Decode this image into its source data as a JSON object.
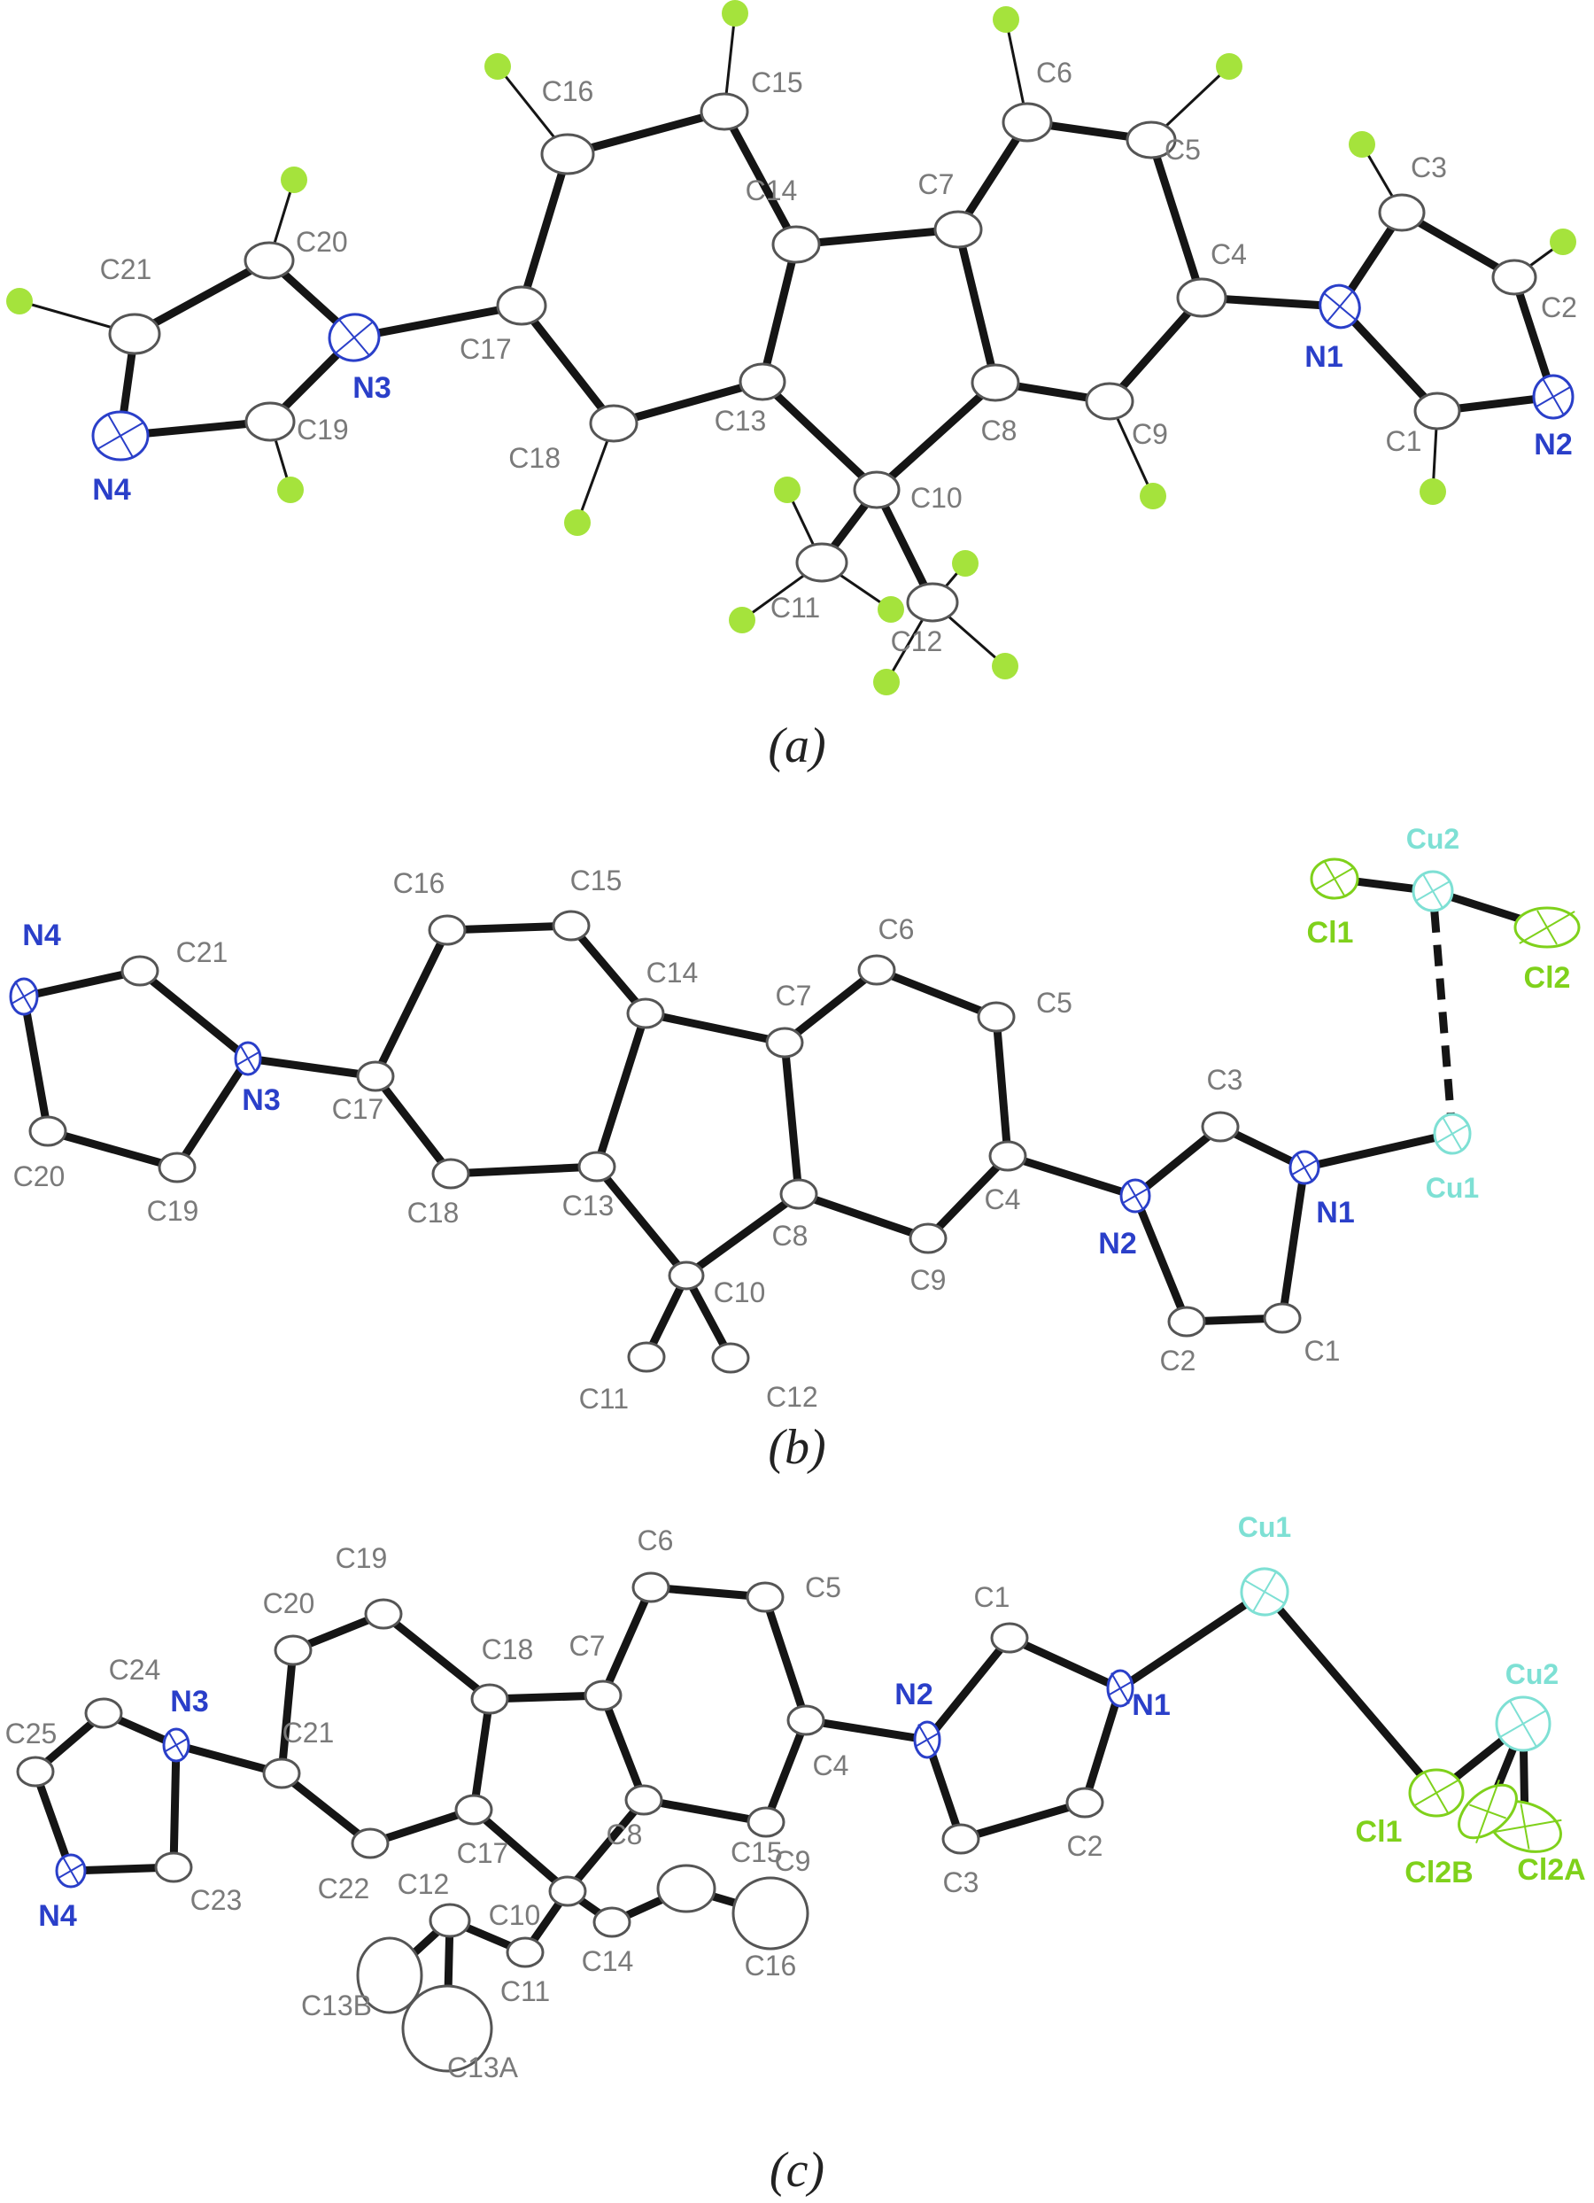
{
  "colors": {
    "bond": "#151515",
    "carbon_fill": "#ffffff",
    "carbon_stroke": "#555555",
    "carbon_label": "#7a7a7a",
    "nitrogen": "#2a3fc9",
    "hydrogen": "#a5e33c",
    "chlorine": "#7fd11b",
    "copper": "#7ee0d4",
    "caption": "#222222"
  },
  "panels": [
    {
      "id": "a",
      "caption": "(a)",
      "atoms": [
        {
          "id": "C1",
          "label": "C1",
          "el": "C"
        },
        {
          "id": "C2",
          "label": "C2",
          "el": "C"
        },
        {
          "id": "C3",
          "label": "C3",
          "el": "C"
        },
        {
          "id": "C4",
          "label": "C4",
          "el": "C"
        },
        {
          "id": "C5",
          "label": "C5",
          "el": "C"
        },
        {
          "id": "C6",
          "label": "C6",
          "el": "C"
        },
        {
          "id": "C7",
          "label": "C7",
          "el": "C"
        },
        {
          "id": "C8",
          "label": "C8",
          "el": "C"
        },
        {
          "id": "C9",
          "label": "C9",
          "el": "C"
        },
        {
          "id": "C10",
          "label": "C10",
          "el": "C"
        },
        {
          "id": "C11",
          "label": "C11",
          "el": "C"
        },
        {
          "id": "C12",
          "label": "C12",
          "el": "C"
        },
        {
          "id": "C13",
          "label": "C13",
          "el": "C"
        },
        {
          "id": "C14",
          "label": "C14",
          "el": "C"
        },
        {
          "id": "C15",
          "label": "C15",
          "el": "C"
        },
        {
          "id": "C16",
          "label": "C16",
          "el": "C"
        },
        {
          "id": "C17",
          "label": "C17",
          "el": "C"
        },
        {
          "id": "C18",
          "label": "C18",
          "el": "C"
        },
        {
          "id": "C19",
          "label": "C19",
          "el": "C"
        },
        {
          "id": "C20",
          "label": "C20",
          "el": "C"
        },
        {
          "id": "C21",
          "label": "C21",
          "el": "C"
        },
        {
          "id": "N1",
          "label": "N1",
          "el": "N"
        },
        {
          "id": "N2",
          "label": "N2",
          "el": "N"
        },
        {
          "id": "N3",
          "label": "N3",
          "el": "N"
        },
        {
          "id": "N4",
          "label": "N4",
          "el": "N"
        },
        {
          "id": "H1",
          "label": "",
          "el": "H"
        },
        {
          "id": "H2",
          "label": "",
          "el": "H"
        },
        {
          "id": "H3",
          "label": "",
          "el": "H"
        },
        {
          "id": "H5",
          "label": "",
          "el": "H"
        },
        {
          "id": "H6",
          "label": "",
          "el": "H"
        },
        {
          "id": "H9",
          "label": "",
          "el": "H"
        },
        {
          "id": "H15",
          "label": "",
          "el": "H"
        },
        {
          "id": "H16",
          "label": "",
          "el": "H"
        },
        {
          "id": "H18",
          "label": "",
          "el": "H"
        },
        {
          "id": "H19",
          "label": "",
          "el": "H"
        },
        {
          "id": "H20",
          "label": "",
          "el": "H"
        },
        {
          "id": "H21",
          "label": "",
          "el": "H"
        },
        {
          "id": "H11A",
          "label": "",
          "el": "H"
        },
        {
          "id": "H11B",
          "label": "",
          "el": "H"
        },
        {
          "id": "H11C",
          "label": "",
          "el": "H"
        },
        {
          "id": "H12A",
          "label": "",
          "el": "H"
        },
        {
          "id": "H12B",
          "label": "",
          "el": "H"
        },
        {
          "id": "H12C",
          "label": "",
          "el": "H"
        }
      ],
      "bonds": [
        [
          "C1",
          "N1"
        ],
        [
          "C1",
          "N2"
        ],
        [
          "N2",
          "C2"
        ],
        [
          "C2",
          "C3"
        ],
        [
          "C3",
          "N1"
        ],
        [
          "N1",
          "C4"
        ],
        [
          "C4",
          "C5"
        ],
        [
          "C5",
          "C6"
        ],
        [
          "C6",
          "C7"
        ],
        [
          "C7",
          "C8"
        ],
        [
          "C8",
          "C9"
        ],
        [
          "C9",
          "C4"
        ],
        [
          "C7",
          "C14"
        ],
        [
          "C8",
          "C10"
        ],
        [
          "C10",
          "C13"
        ],
        [
          "C13",
          "C14"
        ],
        [
          "C14",
          "C15"
        ],
        [
          "C15",
          "C16"
        ],
        [
          "C16",
          "C17"
        ],
        [
          "C17",
          "C18"
        ],
        [
          "C18",
          "C13"
        ],
        [
          "C10",
          "C11"
        ],
        [
          "C10",
          "C12"
        ],
        [
          "C17",
          "N3"
        ],
        [
          "N3",
          "C19"
        ],
        [
          "C19",
          "N4"
        ],
        [
          "N4",
          "C21"
        ],
        [
          "C21",
          "C20"
        ],
        [
          "C20",
          "N3"
        ],
        [
          "C1",
          "H1"
        ],
        [
          "C2",
          "H2"
        ],
        [
          "C3",
          "H3"
        ],
        [
          "C5",
          "H5"
        ],
        [
          "C6",
          "H6"
        ],
        [
          "C9",
          "H9"
        ],
        [
          "C15",
          "H15"
        ],
        [
          "C16",
          "H16"
        ],
        [
          "C18",
          "H18"
        ],
        [
          "C19",
          "H19"
        ],
        [
          "C20",
          "H20"
        ],
        [
          "C21",
          "H21"
        ],
        [
          "C11",
          "H11A"
        ],
        [
          "C11",
          "H11B"
        ],
        [
          "C11",
          "H11C"
        ],
        [
          "C12",
          "H12A"
        ],
        [
          "C12",
          "H12B"
        ],
        [
          "C12",
          "H12C"
        ]
      ],
      "dashed_bonds": []
    },
    {
      "id": "b",
      "caption": "(b)",
      "atoms": [
        {
          "id": "C1",
          "label": "C1",
          "el": "C"
        },
        {
          "id": "C2",
          "label": "C2",
          "el": "C"
        },
        {
          "id": "C3",
          "label": "C3",
          "el": "C"
        },
        {
          "id": "C4",
          "label": "C4",
          "el": "C"
        },
        {
          "id": "C5",
          "label": "C5",
          "el": "C"
        },
        {
          "id": "C6",
          "label": "C6",
          "el": "C"
        },
        {
          "id": "C7",
          "label": "C7",
          "el": "C"
        },
        {
          "id": "C8",
          "label": "C8",
          "el": "C"
        },
        {
          "id": "C9",
          "label": "C9",
          "el": "C"
        },
        {
          "id": "C10",
          "label": "C10",
          "el": "C"
        },
        {
          "id": "C11",
          "label": "C11",
          "el": "C"
        },
        {
          "id": "C12",
          "label": "C12",
          "el": "C"
        },
        {
          "id": "C13",
          "label": "C13",
          "el": "C"
        },
        {
          "id": "C14",
          "label": "C14",
          "el": "C"
        },
        {
          "id": "C15",
          "label": "C15",
          "el": "C"
        },
        {
          "id": "C16",
          "label": "C16",
          "el": "C"
        },
        {
          "id": "C17",
          "label": "C17",
          "el": "C"
        },
        {
          "id": "C18",
          "label": "C18",
          "el": "C"
        },
        {
          "id": "C19",
          "label": "C19",
          "el": "C"
        },
        {
          "id": "C20",
          "label": "C20",
          "el": "C"
        },
        {
          "id": "C21",
          "label": "C21",
          "el": "C"
        },
        {
          "id": "N1",
          "label": "N1",
          "el": "N"
        },
        {
          "id": "N2",
          "label": "N2",
          "el": "N"
        },
        {
          "id": "N3",
          "label": "N3",
          "el": "N"
        },
        {
          "id": "N4",
          "label": "N4",
          "el": "N"
        },
        {
          "id": "Cu1",
          "label": "Cu1",
          "el": "Cu"
        },
        {
          "id": "Cu2",
          "label": "Cu2",
          "el": "Cu"
        },
        {
          "id": "Cl1",
          "label": "Cl1",
          "el": "Cl"
        },
        {
          "id": "Cl2",
          "label": "Cl2",
          "el": "Cl"
        }
      ],
      "bonds": [
        [
          "N1",
          "C1"
        ],
        [
          "C1",
          "C2"
        ],
        [
          "C2",
          "N2"
        ],
        [
          "N2",
          "C3"
        ],
        [
          "C3",
          "N1"
        ],
        [
          "N2",
          "C4"
        ],
        [
          "C4",
          "C5"
        ],
        [
          "C5",
          "C6"
        ],
        [
          "C6",
          "C7"
        ],
        [
          "C7",
          "C8"
        ],
        [
          "C8",
          "C9"
        ],
        [
          "C9",
          "C4"
        ],
        [
          "C7",
          "C14"
        ],
        [
          "C8",
          "C10"
        ],
        [
          "C10",
          "C13"
        ],
        [
          "C13",
          "C14"
        ],
        [
          "C14",
          "C15"
        ],
        [
          "C15",
          "C16"
        ],
        [
          "C16",
          "C17"
        ],
        [
          "C17",
          "C18"
        ],
        [
          "C18",
          "C13"
        ],
        [
          "C10",
          "C11"
        ],
        [
          "C10",
          "C12"
        ],
        [
          "C17",
          "N3"
        ],
        [
          "N3",
          "C21"
        ],
        [
          "C21",
          "N4"
        ],
        [
          "N4",
          "C20"
        ],
        [
          "C20",
          "C19"
        ],
        [
          "C19",
          "N3"
        ],
        [
          "N1",
          "Cu1"
        ],
        [
          "Cl1",
          "Cu2"
        ],
        [
          "Cu2",
          "Cl2"
        ]
      ],
      "dashed_bonds": [
        [
          "Cu1",
          "Cu2"
        ]
      ]
    },
    {
      "id": "c",
      "caption": "(c)",
      "atoms": [
        {
          "id": "C1",
          "label": "C1",
          "el": "C"
        },
        {
          "id": "C2",
          "label": "C2",
          "el": "C"
        },
        {
          "id": "C3",
          "label": "C3",
          "el": "C"
        },
        {
          "id": "C4",
          "label": "C4",
          "el": "C"
        },
        {
          "id": "C5",
          "label": "C5",
          "el": "C"
        },
        {
          "id": "C6",
          "label": "C6",
          "el": "C"
        },
        {
          "id": "C7",
          "label": "C7",
          "el": "C"
        },
        {
          "id": "C8",
          "label": "C8",
          "el": "C"
        },
        {
          "id": "C9",
          "label": "C9",
          "el": "C"
        },
        {
          "id": "C10",
          "label": "C10",
          "el": "C"
        },
        {
          "id": "C11",
          "label": "C11",
          "el": "C"
        },
        {
          "id": "C12",
          "label": "C12",
          "el": "C"
        },
        {
          "id": "C13A",
          "label": "C13A",
          "el": "C"
        },
        {
          "id": "C13B",
          "label": "C13B",
          "el": "C"
        },
        {
          "id": "C14",
          "label": "C14",
          "el": "C"
        },
        {
          "id": "C15",
          "label": "C15",
          "el": "C"
        },
        {
          "id": "C16",
          "label": "C16",
          "el": "C"
        },
        {
          "id": "C17",
          "label": "C17",
          "el": "C"
        },
        {
          "id": "C18",
          "label": "C18",
          "el": "C"
        },
        {
          "id": "C19",
          "label": "C19",
          "el": "C"
        },
        {
          "id": "C20",
          "label": "C20",
          "el": "C"
        },
        {
          "id": "C21",
          "label": "C21",
          "el": "C"
        },
        {
          "id": "C22",
          "label": "C22",
          "el": "C"
        },
        {
          "id": "C23",
          "label": "C23",
          "el": "C"
        },
        {
          "id": "C24",
          "label": "C24",
          "el": "C"
        },
        {
          "id": "C25",
          "label": "C25",
          "el": "C"
        },
        {
          "id": "N1",
          "label": "N1",
          "el": "N"
        },
        {
          "id": "N2",
          "label": "N2",
          "el": "N"
        },
        {
          "id": "N3",
          "label": "N3",
          "el": "N"
        },
        {
          "id": "N4",
          "label": "N4",
          "el": "N"
        },
        {
          "id": "Cu1",
          "label": "Cu1",
          "el": "Cu"
        },
        {
          "id": "Cu2",
          "label": "Cu2",
          "el": "Cu"
        },
        {
          "id": "Cl1",
          "label": "Cl1",
          "el": "Cl"
        },
        {
          "id": "Cl2A",
          "label": "Cl2A",
          "el": "Cl"
        },
        {
          "id": "Cl2B",
          "label": "Cl2B",
          "el": "Cl"
        }
      ],
      "bonds": [
        [
          "N1",
          "C1"
        ],
        [
          "C1",
          "N2"
        ],
        [
          "N2",
          "C3"
        ],
        [
          "C3",
          "C2"
        ],
        [
          "C2",
          "N1"
        ],
        [
          "N2",
          "C4"
        ],
        [
          "C4",
          "C5"
        ],
        [
          "C5",
          "C6"
        ],
        [
          "C6",
          "C7"
        ],
        [
          "C7",
          "C8"
        ],
        [
          "C8",
          "C9"
        ],
        [
          "C9",
          "C4"
        ],
        [
          "C7",
          "C18"
        ],
        [
          "C8",
          "C10"
        ],
        [
          "C10",
          "C17"
        ],
        [
          "C17",
          "C18"
        ],
        [
          "C18",
          "C19"
        ],
        [
          "C19",
          "C20"
        ],
        [
          "C20",
          "C21"
        ],
        [
          "C21",
          "C22"
        ],
        [
          "C22",
          "C17"
        ],
        [
          "C10",
          "C11"
        ],
        [
          "C11",
          "C12"
        ],
        [
          "C12",
          "C13A"
        ],
        [
          "C12",
          "C13B"
        ],
        [
          "C10",
          "C14"
        ],
        [
          "C14",
          "C15"
        ],
        [
          "C15",
          "C16"
        ],
        [
          "C21",
          "N3"
        ],
        [
          "N3",
          "C23"
        ],
        [
          "C23",
          "N4"
        ],
        [
          "N4",
          "C25"
        ],
        [
          "C25",
          "C24"
        ],
        [
          "C24",
          "N3"
        ],
        [
          "N1",
          "Cu1"
        ],
        [
          "Cu1",
          "Cl1"
        ],
        [
          "Cl1",
          "Cu2"
        ],
        [
          "Cu2",
          "Cl2A"
        ],
        [
          "Cu2",
          "Cl2B"
        ]
      ],
      "dashed_bonds": []
    }
  ]
}
